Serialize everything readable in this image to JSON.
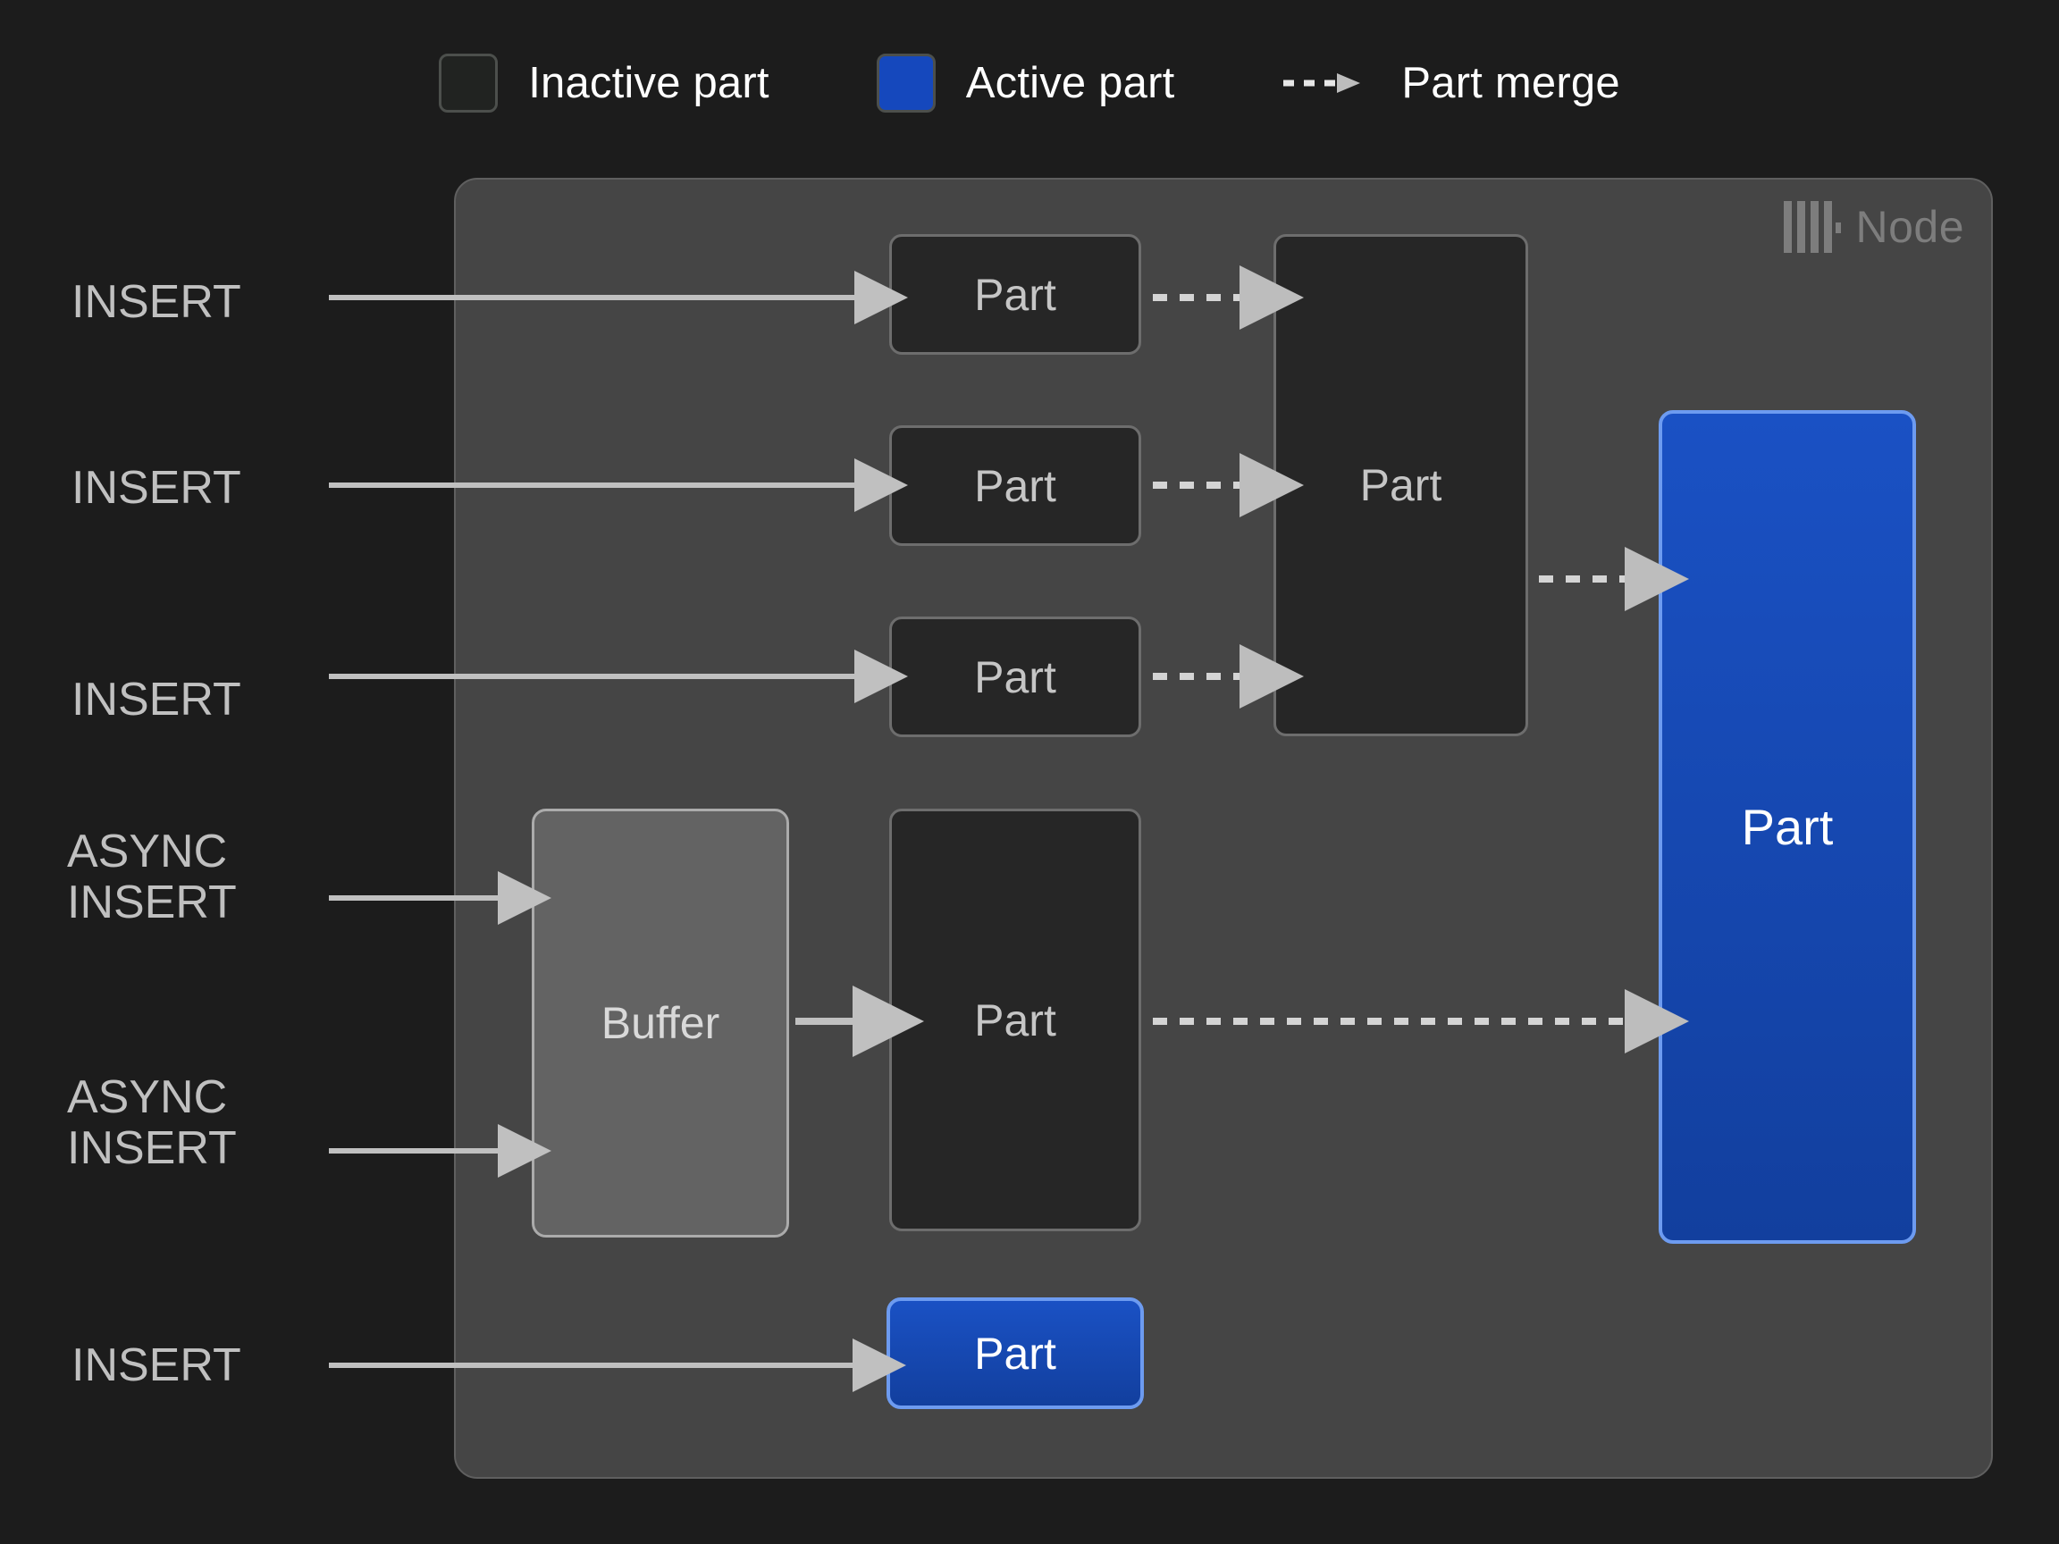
{
  "legend": {
    "items": [
      {
        "swatch": "inactive",
        "label": "Inactive part",
        "icon": "square-outline-icon"
      },
      {
        "swatch": "active",
        "label": "Active part",
        "icon": "square-filled-icon"
      },
      {
        "swatch": "dashed-arrow",
        "label": "Part merge",
        "icon": "dashed-arrow-icon"
      }
    ]
  },
  "node": {
    "label": "Node",
    "logo": "clickhouse-logo-icon"
  },
  "sources": [
    {
      "id": "insert-1",
      "text": "INSERT"
    },
    {
      "id": "insert-2",
      "text": "INSERT"
    },
    {
      "id": "insert-3",
      "text": "INSERT"
    },
    {
      "id": "async-insert-1",
      "text": "ASYNC\nINSERT"
    },
    {
      "id": "async-insert-2",
      "text": "ASYNC\nINSERT"
    },
    {
      "id": "insert-4",
      "text": "INSERT"
    }
  ],
  "boxes": {
    "column1": [
      {
        "id": "part-c1-1",
        "label": "Part",
        "state": "inactive"
      },
      {
        "id": "part-c1-2",
        "label": "Part",
        "state": "inactive"
      },
      {
        "id": "part-c1-3",
        "label": "Part",
        "state": "inactive"
      },
      {
        "id": "part-c1-4",
        "label": "Part",
        "state": "inactive"
      },
      {
        "id": "part-c1-5",
        "label": "Part",
        "state": "active"
      }
    ],
    "buffer": {
      "id": "buffer",
      "label": "Buffer",
      "state": "buffer"
    },
    "merged": {
      "id": "part-merged",
      "label": "Part",
      "state": "inactive"
    },
    "final": {
      "id": "part-final",
      "label": "Part",
      "state": "active"
    }
  },
  "colors": {
    "background": "#1c1c1c",
    "node_panel": "#454545",
    "node_border": "#5f5f5f",
    "inactive_fill": "#262626",
    "inactive_border": "#6d6d6d",
    "active_fill": "#1548bd",
    "active_border": "#6d9bf0",
    "buffer_fill": "#636363",
    "buffer_border": "#ababab",
    "arrow": "#c0c0c0",
    "text": "#c4c4c4",
    "legend_text": "#ffffff",
    "node_label": "#7d7d7d"
  }
}
